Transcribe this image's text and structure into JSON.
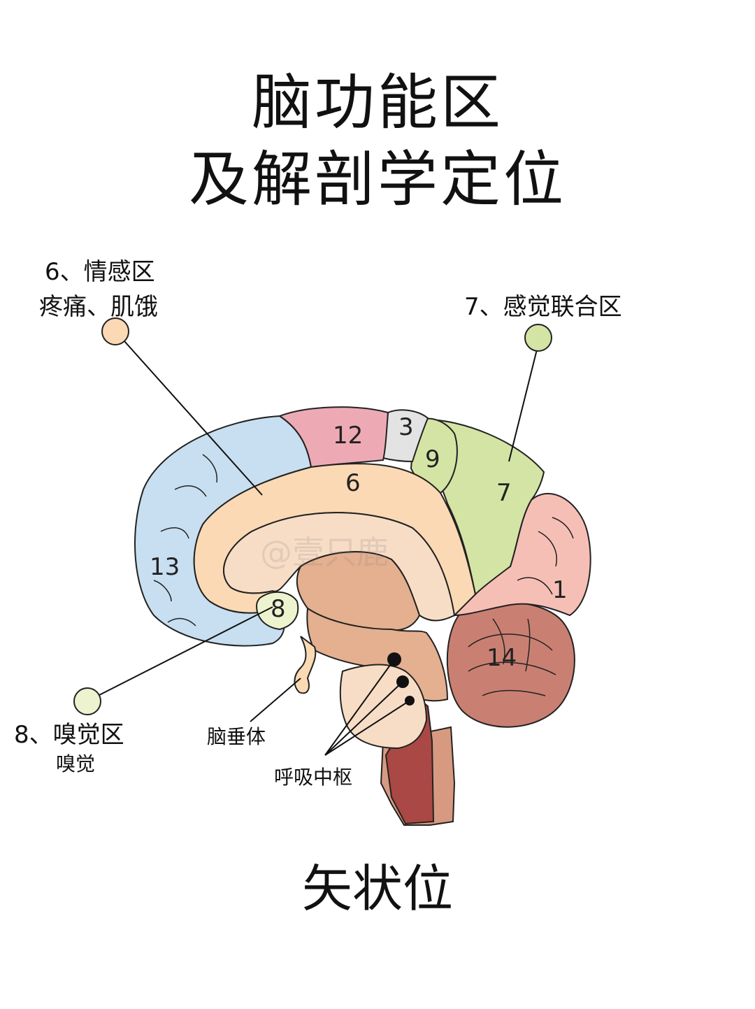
{
  "title": {
    "line1": "脑功能区",
    "line2": "及解剖学定位"
  },
  "callouts": {
    "area6": {
      "line1": "6、情感区",
      "line2": "疼痛、肌饿"
    },
    "area7": {
      "line1": "7、感觉联合区"
    },
    "area8": {
      "line1": "8、嗅觉区",
      "line2": "嗅觉"
    },
    "pituitary": "脑垂体",
    "respiratory": "呼吸中枢"
  },
  "regions": {
    "r1": "1",
    "r3": "3",
    "r6": "6",
    "r7": "7",
    "r8": "8",
    "r9": "9",
    "r12": "12",
    "r13": "13",
    "r14": "14"
  },
  "watermark": "@壹只鹿",
  "footer": "矢状位",
  "colors": {
    "frontal_blue": "#c7dff0",
    "cingulate_peach": "#fbd9b4",
    "parietal_pink": "#eeaab4",
    "central_gray": "#e3e3e3",
    "sensory_green": "#d4e4a4",
    "occipital_salmon": "#f6bfb6",
    "cerebellum": "#c98072",
    "brainstem_red": "#a94844",
    "olfactory_cream": "#eef3cf",
    "deep_tan": "#e4b090"
  }
}
